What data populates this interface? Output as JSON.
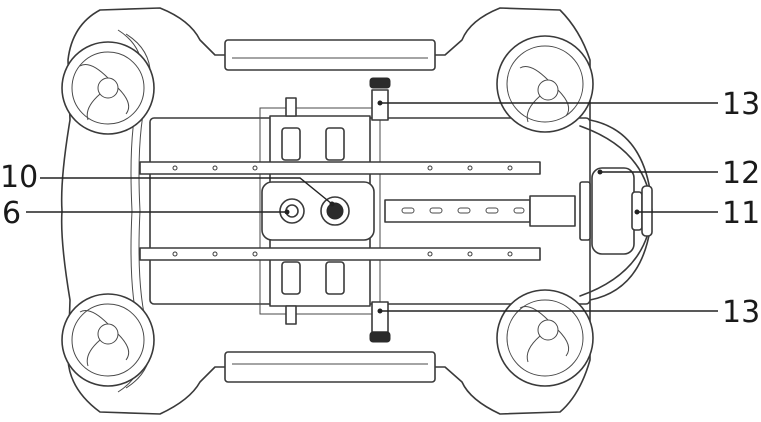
{
  "callouts": [
    {
      "id": "13a",
      "text": "13"
    },
    {
      "id": "12",
      "text": "12"
    },
    {
      "id": "11",
      "text": "11"
    },
    {
      "id": "10",
      "text": "10"
    },
    {
      "id": "6",
      "text": "6"
    },
    {
      "id": "13b",
      "text": "13"
    }
  ]
}
